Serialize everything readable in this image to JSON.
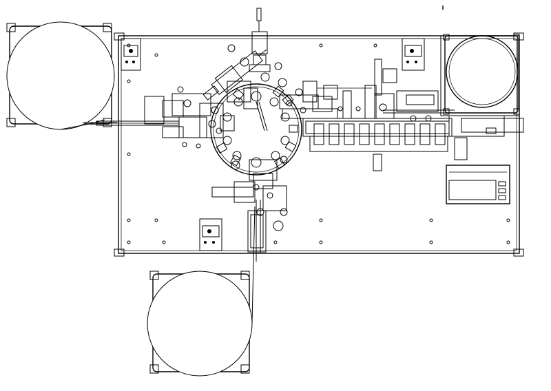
{
  "drawing": {
    "kind": "machine-layout-plan",
    "line_color": "#000000",
    "background": "#ffffff",
    "text_labels": []
  },
  "parts": {
    "main_table": "base-plate",
    "reels": [
      "left-reel",
      "bottom-reel",
      "right-reel"
    ],
    "rotary_table": "indexing-turntable",
    "feeder": "linear-feeder-track",
    "panel": "control-display-panel"
  }
}
